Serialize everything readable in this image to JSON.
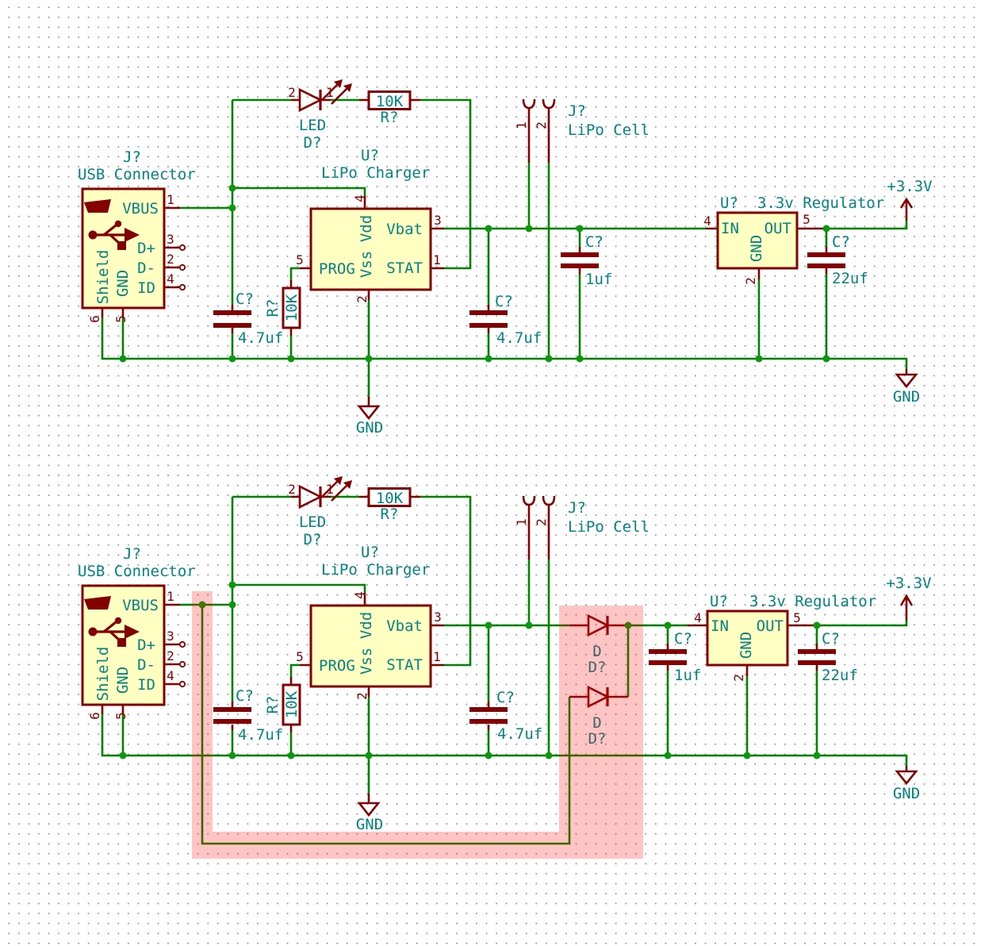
{
  "colors": {
    "wire": "#008400",
    "device": "#840000",
    "symfill": "#ffffc2",
    "textteal": "#008484",
    "junction": "#0d970d",
    "highlight": "#ff0000"
  },
  "components": {
    "usb_connector": {
      "ref": "J?",
      "value": "USB Connector",
      "pins": {
        "p1": "1",
        "p1_name": "VBUS",
        "p3": "3",
        "p3_name": "D+",
        "p2": "2",
        "p2_name": "D-",
        "p4": "4",
        "p4_name": "ID",
        "p6": "6",
        "p6_name": "Shield",
        "p5": "5",
        "p5_name": "GND"
      }
    },
    "led": {
      "ref": "D?",
      "value": "LED",
      "pin_anode": "2",
      "pin_cathode": "1"
    },
    "led_resistor": {
      "ref": "R?",
      "value": "10K"
    },
    "prog_resistor": {
      "ref": "R?",
      "value": "10K"
    },
    "charger": {
      "ref": "U?",
      "value": "LiPo Charger",
      "pins": {
        "vdd_num": "4",
        "vdd": "Vdd",
        "vss_num": "2",
        "vss": "Vss",
        "prog_num": "5",
        "prog": "PROG",
        "vbat_num": "3",
        "vbat": "Vbat",
        "stat_num": "1",
        "stat": "STAT"
      }
    },
    "input_cap": {
      "ref": "C?",
      "value": "4.7uf"
    },
    "vbat_cap": {
      "ref": "C?",
      "value": "4.7uf"
    },
    "lipo_cell": {
      "ref": "J?",
      "value": "LiPo Cell",
      "pins": {
        "p1": "1",
        "p2": "2"
      }
    },
    "reg_in_cap": {
      "ref": "C?",
      "value": "1uf"
    },
    "regulator": {
      "ref": "U?",
      "value": "3.3v Regulator",
      "pins": {
        "in_num": "4",
        "in": "IN",
        "out_num": "5",
        "out": "OUT",
        "gnd_num": "2",
        "gnd": "GND"
      }
    },
    "reg_out_cap": {
      "ref": "C?",
      "value": "22uf"
    },
    "diode1": {
      "ref": "D?",
      "value": "D"
    },
    "diode2": {
      "ref": "D?",
      "value": "D"
    }
  },
  "power": {
    "v33": "+3.3V",
    "gnd": "GND"
  }
}
